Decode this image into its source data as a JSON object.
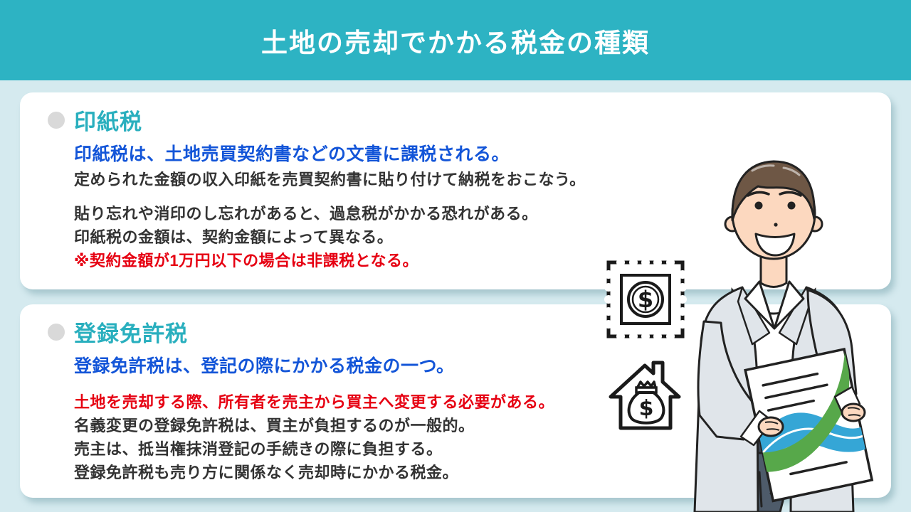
{
  "header": {
    "title": "土地の売却でかかる税金の種類"
  },
  "cards": [
    {
      "heading": "印紙税",
      "lines": [
        {
          "text": "印紙税は、土地売買契約書などの文書に課税される。",
          "style": "lead"
        },
        {
          "text": "定められた金額の収入印紙を売買契約書に貼り付けて納税をおこなう。",
          "style": "body"
        },
        {
          "text": "貼り忘れや消印のし忘れがあると、過怠税がかかる恐れがある。",
          "style": "body"
        },
        {
          "text": "印紙税の金額は、契約金額によって異なる。",
          "style": "body"
        },
        {
          "text": "※契約金額が1万円以下の場合は非課税となる。",
          "style": "note"
        }
      ]
    },
    {
      "heading": "登録免許税",
      "lines": [
        {
          "text": "登録免許税は、登記の際にかかる税金の一つ。",
          "style": "lead"
        },
        {
          "text": "土地を売却する際、所有者を売主から買主へ変更する必要がある。",
          "style": "note"
        },
        {
          "text": "名義変更の登録免許税は、買主が負担するのが一般的。",
          "style": "body"
        },
        {
          "text": "売主は、抵当権抹消登記の手続きの際に負担する。",
          "style": "body"
        },
        {
          "text": "登録免許税も売り方に関係なく売却時にかかる税金。",
          "style": "body"
        }
      ]
    }
  ],
  "icons": {
    "stamp_symbol": "$",
    "bag_symbol": "$"
  },
  "colors": {
    "header_bg": "#2db3c3",
    "page_bg": "#d5eaef",
    "heading_teal": "#29afbe",
    "lead_blue": "#1355d8",
    "note_red": "#e60012",
    "body_text": "#333333",
    "wave_green": "#57a84a",
    "wave_blue": "#35a6d6"
  }
}
